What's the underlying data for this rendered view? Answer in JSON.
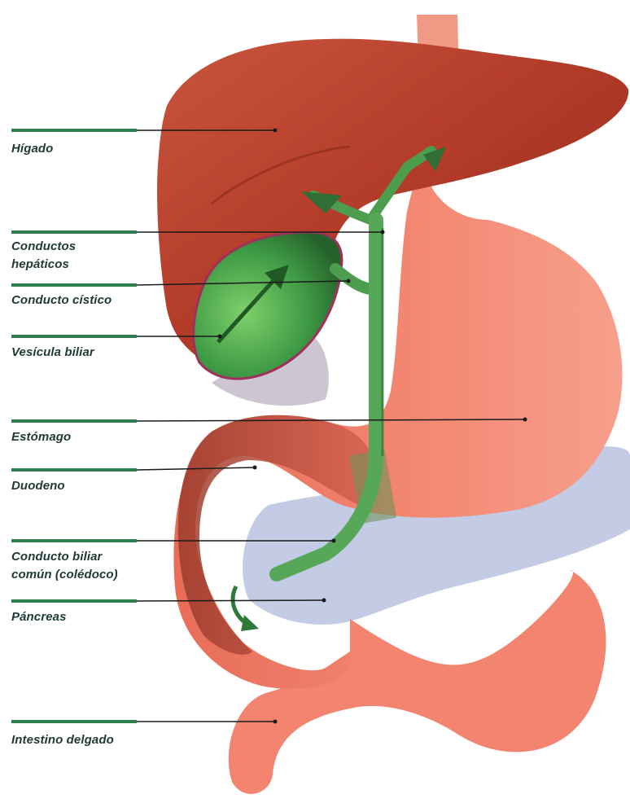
{
  "labels": [
    {
      "id": "higado",
      "lines": [
        "Hígado"
      ]
    },
    {
      "id": "conductos_hepaticos",
      "lines": [
        "Conductos",
        "hepáticos"
      ]
    },
    {
      "id": "conducto_cistico",
      "lines": [
        "Conducto cístico"
      ]
    },
    {
      "id": "vesicula_biliar",
      "lines": [
        "Vesícula biliar"
      ]
    },
    {
      "id": "estomago",
      "lines": [
        "Estómago"
      ]
    },
    {
      "id": "duodeno",
      "lines": [
        "Duodeno"
      ]
    },
    {
      "id": "conducto_biliar_comun",
      "lines": [
        "Conducto biliar",
        "común (colédoco)"
      ]
    },
    {
      "id": "pancreas",
      "lines": [
        "Páncreas"
      ]
    },
    {
      "id": "intestino_delgado",
      "lines": [
        "Intestino delgado"
      ]
    }
  ],
  "colors": {
    "leader_bar": "#2e7d4f",
    "leader_line": "#1a1a1a",
    "label_text": "#1f3a35",
    "liver": "#b23a28",
    "stomach": "#f28470",
    "gallbladder": "#3f9a45",
    "pancreas": "#b9c3df"
  }
}
